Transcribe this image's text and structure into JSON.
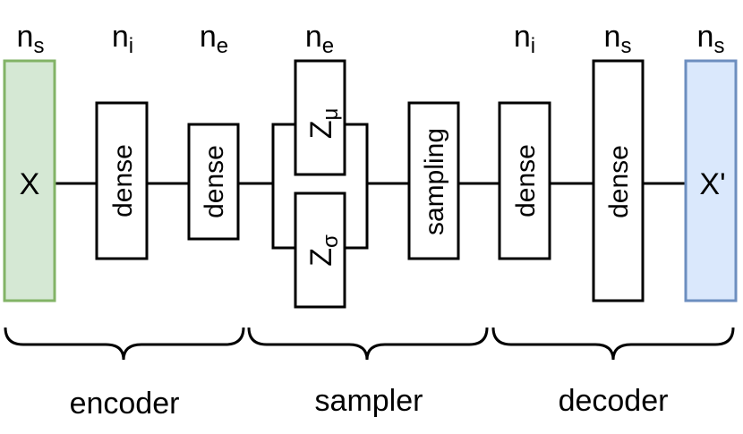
{
  "dims": {
    "input": {
      "main": "n",
      "sub": "s"
    },
    "enc_dense1": {
      "main": "n",
      "sub": "i"
    },
    "enc_dense2": {
      "main": "n",
      "sub": "e"
    },
    "sampler": {
      "main": "n",
      "sub": "e"
    },
    "dec_dense1": {
      "main": "n",
      "sub": "i"
    },
    "dec_dense2": {
      "main": "n",
      "sub": "s"
    },
    "output": {
      "main": "n",
      "sub": "s"
    }
  },
  "blocks": {
    "input": "X",
    "enc_dense1": "dense",
    "enc_dense2": "dense",
    "z_mu": {
      "main": "Z",
      "sub": "μ"
    },
    "z_sigma": {
      "main": "Z",
      "sub": "σ"
    },
    "sampling": "sampling",
    "dec_dense1": "dense",
    "dec_dense2": "dense",
    "output": "X'"
  },
  "groups": {
    "encoder": "encoder",
    "sampler": "sampler",
    "decoder": "decoder"
  },
  "colors": {
    "input_fill": "#d5e8d4",
    "input_stroke": "#82b366",
    "output_fill": "#dae8fc",
    "output_stroke": "#6c8ebf",
    "line": "#000000"
  }
}
